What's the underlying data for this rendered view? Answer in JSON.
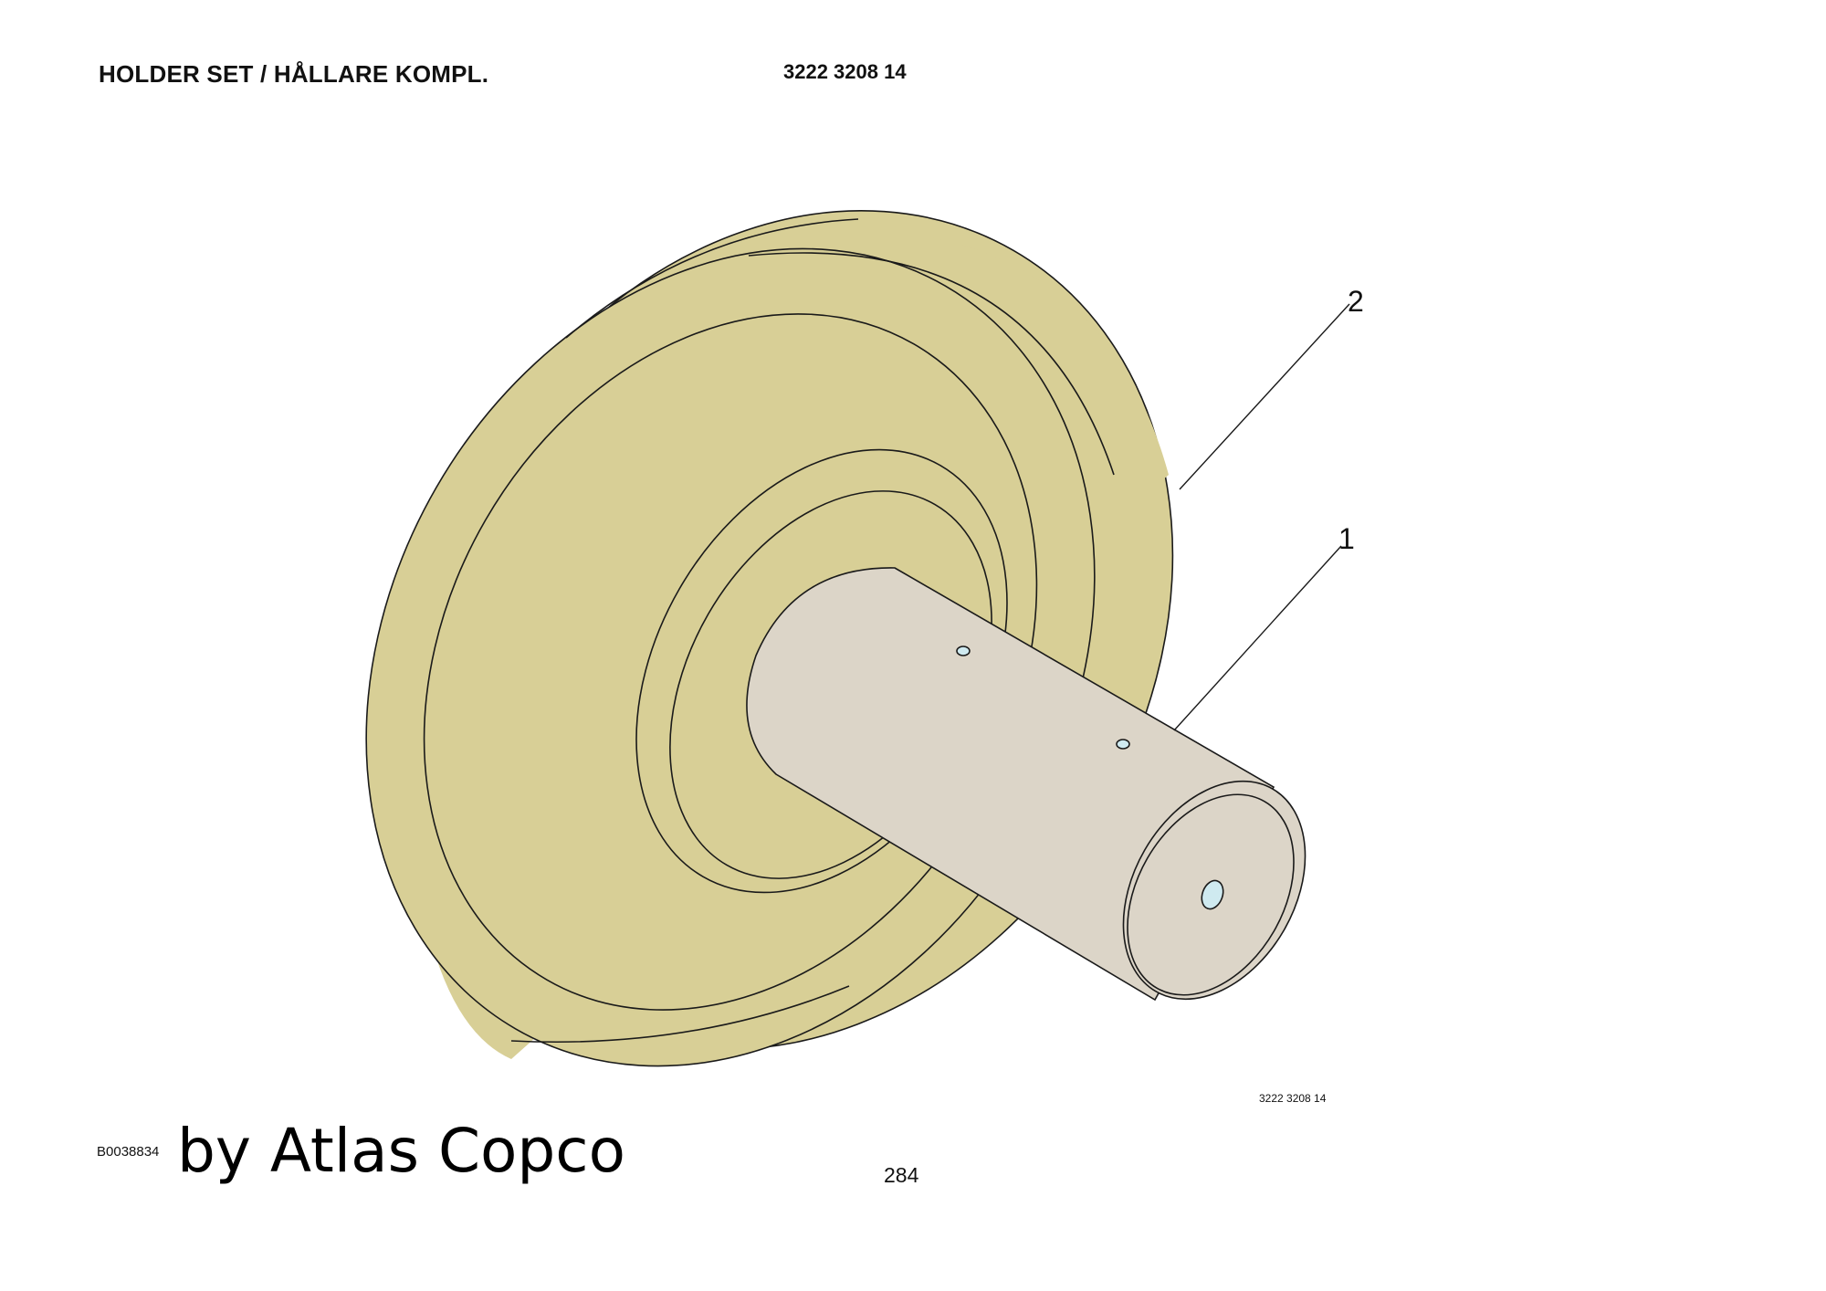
{
  "header": {
    "title": "HOLDER SET / HÅLLARE KOMPL.",
    "part_number": "3222 3208 14"
  },
  "illustration": {
    "callouts": [
      {
        "label": "1",
        "part": "shaft"
      },
      {
        "label": "2",
        "part": "holder-wheel"
      }
    ],
    "drawing_code": "3222 3208 14",
    "colors": {
      "wheel_fill": "#d8cf96",
      "shaft_fill": "#dcd5c8",
      "hole_fill": "#cfeaf0",
      "line": "#1a1a1a"
    }
  },
  "footer": {
    "doc_ref": "B0038834",
    "brand": "by Atlas Copco",
    "page_number": "284"
  }
}
